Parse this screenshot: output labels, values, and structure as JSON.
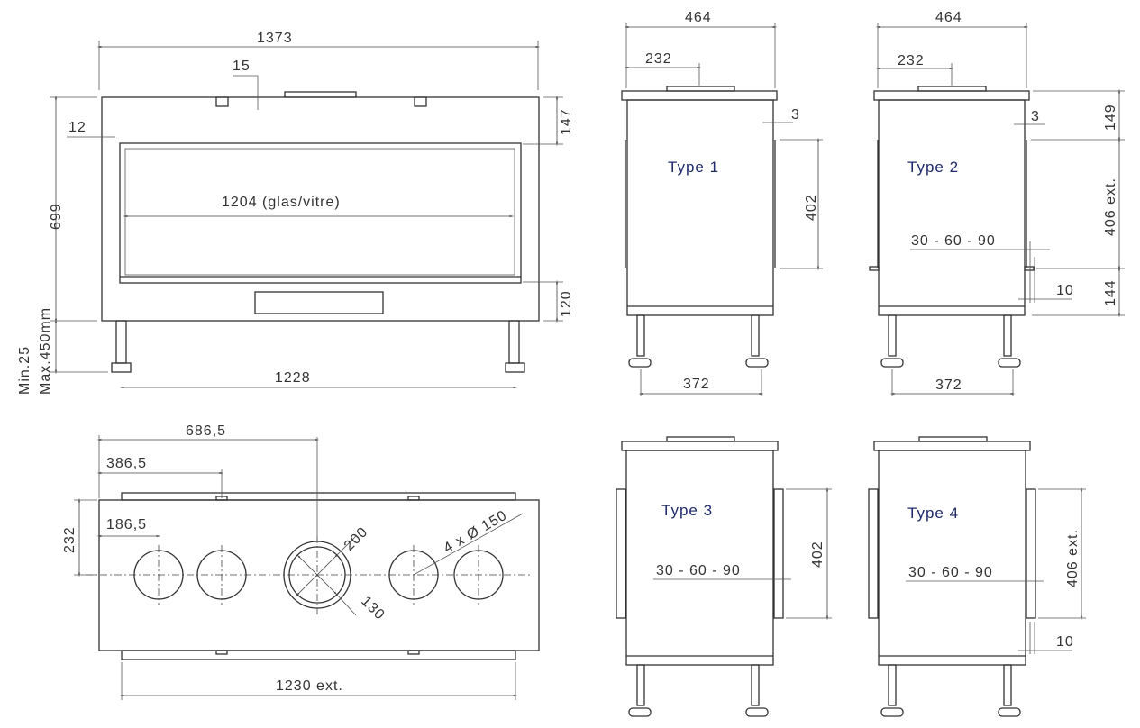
{
  "front_view": {
    "width_total": "1373",
    "top_offset": "15",
    "side_offset": "12",
    "height_total": "699",
    "glass_width": "1204 (glas/vitre)",
    "top_band": "147",
    "bottom_band": "120",
    "leg_min": "Min.25",
    "leg_max": "Max.450mm",
    "leg_spacing": "1228"
  },
  "side_views": [
    {
      "label": "Type 1",
      "width": "464",
      "flue_offset": "232",
      "gap": "3",
      "panel_height": "402",
      "leg_spacing": "372"
    },
    {
      "label": "Type 2",
      "width": "464",
      "flue_offset": "232",
      "gap": "3",
      "top_band": "149",
      "panel_height": "406 ext.",
      "bottom_band": "144",
      "options": "30 - 60 - 90",
      "small_gap": "10",
      "leg_spacing": "372"
    },
    {
      "label": "Type 3",
      "panel_height": "402",
      "options": "30 - 60 - 90"
    },
    {
      "label": "Type 4",
      "panel_height": "406 ext.",
      "options": "30 - 60 - 90",
      "small_gap": "10"
    }
  ],
  "top_view": {
    "dim_center": "686,5",
    "dim_second": "386,5",
    "dim_first": "186,5",
    "depth": "232",
    "big_flue": "200",
    "inner_flue": "130",
    "small_flues": "4 x Ø 150",
    "width_ext": "1230 ext."
  }
}
